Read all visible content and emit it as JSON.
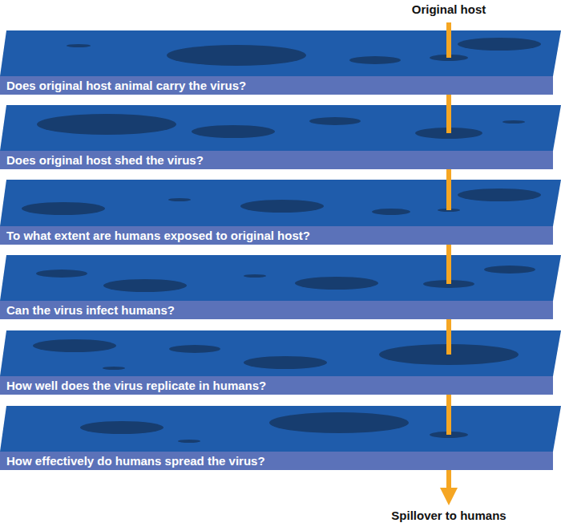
{
  "diagram": {
    "nodes": [
      {
        "text": [
          "Does original host animal carry the virus?"
        ]
      },
      {
        "text": [
          "Does original host shed the virus?"
        ]
      },
      {
        "text": [
          "To what extent are humans exposed to original host?"
        ]
      },
      {
        "text": [
          "Can the virus infect humans?"
        ]
      },
      {
        "text": [
          "How well does the virus replicate in humans?"
        ]
      },
      {
        "text": [
          "How effectively do humans spread the virus?"
        ]
      }
    ],
    "labels": [
      "Original host",
      "Spillover to humans"
    ]
  }
}
